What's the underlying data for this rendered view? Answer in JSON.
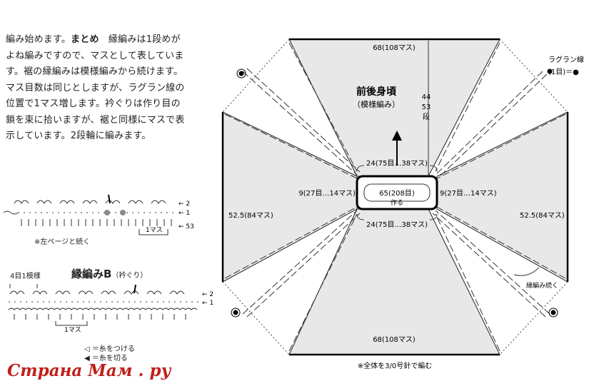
{
  "intro": {
    "lines": [
      "編み始めます。",
      "まとめ",
      "　縁編みは1段めがよね編みですので、マスとして表しています。裾の縁編みは模様編みから続けます。マス目数は同じとしますが、ラグラン線の位置で1マス増します。衿ぐりは作り目の鎖を束に拾いますが、裾と同様にマスで表示しています。2段輪に編みます。"
    ]
  },
  "chart_a": {
    "row2": "← 2",
    "row1": "← 1",
    "row53": "← 53",
    "masu": "1マス",
    "note": "※左ページと続く"
  },
  "chart_b": {
    "title": "縁編みB",
    "subtitle": "（衿ぐり）",
    "pattern_label": "4目1模様",
    "row2": "← 2",
    "row1": "← 1",
    "masu": "1マス"
  },
  "legend": {
    "attach": "◁ ＝糸をつける",
    "cut": "◀ ＝糸を切る"
  },
  "diagram": {
    "title": "前後身頃",
    "subtitle": "（模様編み）",
    "top_width": "68(108マス)",
    "bottom_width": "68(108マス)",
    "left_width": "52.5(84マス)",
    "right_width": "52.5(84マス)",
    "height_a": "44",
    "height_b": "53",
    "height_c": "段",
    "neck_top": "24(75目…38マス)",
    "neck_bottom": "24(75目…38マス)",
    "neck_left": "9(27目…14マス)",
    "neck_right": "9(27目…14マス)",
    "center_count": "65(208目)",
    "center_make": "作る",
    "raglan_label": "ラグラン線",
    "raglan_sub": "(1目)＝●",
    "edge_cont": "縁編み続く",
    "needle_note": "※全体を3/0号針で編む"
  },
  "watermark": "Страна Мам . ру"
}
